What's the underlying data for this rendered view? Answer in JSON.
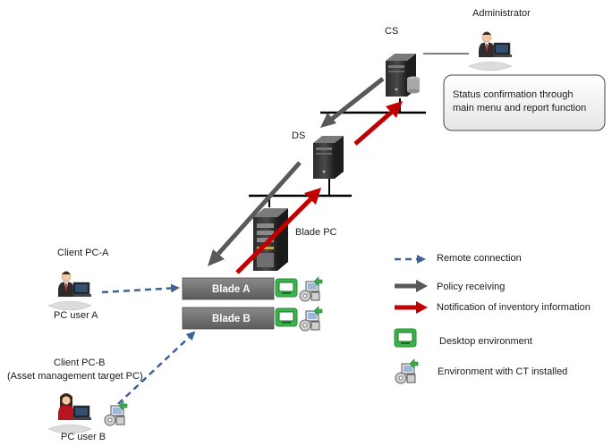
{
  "nodes": {
    "administrator": "Administrator",
    "cs": "CS",
    "ds": "DS",
    "blade_pc": "Blade PC",
    "blade_a": "Blade A",
    "blade_b": "Blade B",
    "client_a": "Client PC-A",
    "user_a": "PC user A",
    "client_b_line1": "Client PC-B",
    "client_b_line2": "(Asset management target PC)",
    "user_b": "PC user B"
  },
  "callout": {
    "line1": "Status confirmation through",
    "line2": "main menu and report function"
  },
  "legend": {
    "remote_connection": "Remote connection",
    "policy_receiving": "Policy receiving",
    "inventory_notification": "Notification of inventory information",
    "desktop_environment": "Desktop environment",
    "ct_environment": "Environment with CT installed"
  },
  "colors": {
    "remote_arrow": "#3f6295",
    "policy_arrow": "#595959",
    "inventory_arrow": "#c00000",
    "blade_fill": "#6b6b6b",
    "desktop_icon": "#39b54a",
    "ct_icon_green": "#3aa84b"
  }
}
